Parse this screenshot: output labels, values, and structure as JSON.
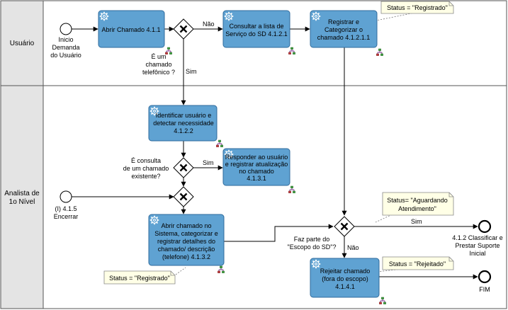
{
  "colors": {
    "task_fill": "#5fa2d2",
    "task_stroke": "#2f6b9c",
    "lane_header": "#e4e4e4",
    "note_fill": "#ffffe6",
    "gateway_fill": "#ffffff"
  },
  "lanes": {
    "top": "Usuário",
    "bottom_line1": "Analista de",
    "bottom_line2": "1o Nível"
  },
  "events": {
    "start_user": [
      "Inicio",
      "Demanda",
      "do Usuário"
    ],
    "start_analyst": [
      "(I) 4.1.5",
      "Encerrar"
    ],
    "end_classify": [
      "4.1.2 Classificar e",
      "Prestar Suporte",
      "Inicial"
    ],
    "end_fim": [
      "FIM"
    ]
  },
  "tasks": {
    "abrir": [
      "Abrir Chamado 4.1.1"
    ],
    "consultar": [
      "Consultar a lista de",
      "Serviço do SD  4.1.2.1"
    ],
    "registrar": [
      "Registrar e",
      "Categorizar o",
      "chamado 4.1.2.1.1"
    ],
    "identificar": [
      "Identificar usuário e",
      "detectar necessidade",
      "4.1.2.2"
    ],
    "responder": [
      "Responder ao usuário",
      "e registrar atualização",
      "no chamado",
      "4.1.3.1"
    ],
    "abrir_sistema": [
      "Abrir chamado no",
      "Sistema, categorizar e",
      "registrar detalhes do",
      "chamado/ descrição",
      "(telefone) 4.1.3.2"
    ],
    "rejeitar": [
      "Rejeitar chamado",
      "(fora do escopo)",
      "4.1.4.1"
    ]
  },
  "gateways": {
    "telefone_q": [
      "É um",
      "chamado",
      "telefônico ?"
    ],
    "consulta_q": [
      "É consulta",
      "de um chamado",
      "existente?"
    ],
    "escopo_q": [
      "Faz parte do",
      "\"Escopo do SD\"?"
    ]
  },
  "flow_labels": {
    "nao_top": "Não",
    "sim_vertical": "Sim",
    "sim_consulta": "Sim",
    "sim_escopo": "Sim",
    "nao_escopo": "Não"
  },
  "notes": {
    "registrado_top": [
      "Status =  \"Registrado\""
    ],
    "aguardando": [
      "Status= \"Aguardando",
      "Atendimento\""
    ],
    "registrado_bottom": [
      "Status =  \"Registrado\""
    ],
    "rejeitado": [
      "Status =  \"Rejeitado\""
    ]
  }
}
